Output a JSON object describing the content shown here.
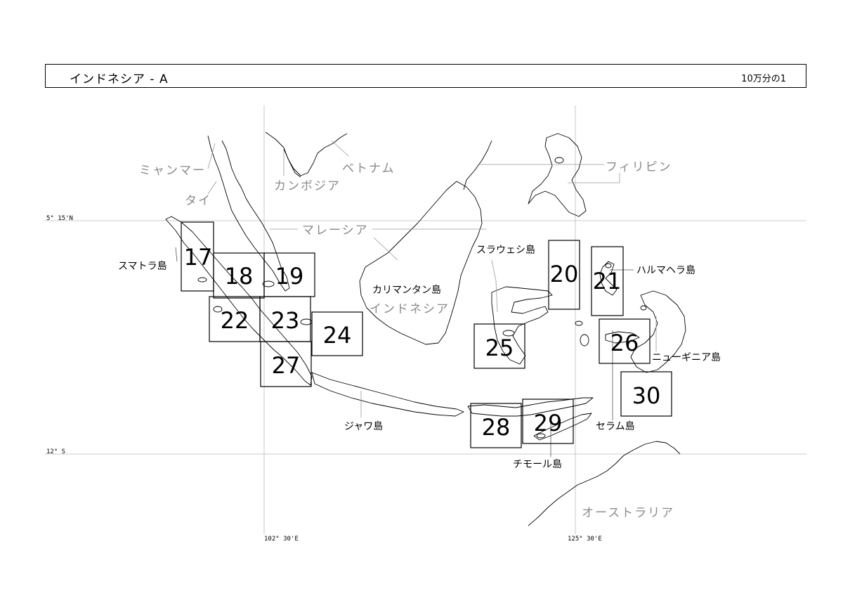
{
  "header": {
    "title": "インドネシア - A",
    "scale": "10万分の1"
  },
  "grid": {
    "lat_north": "5° 15'N",
    "lat_south": "12° S",
    "lon_west": "102° 30'E",
    "lon_east": "125° 30'E"
  },
  "sheets": [
    {
      "number": "17"
    },
    {
      "number": "18"
    },
    {
      "number": "19"
    },
    {
      "number": "20"
    },
    {
      "number": "21"
    },
    {
      "number": "22"
    },
    {
      "number": "23"
    },
    {
      "number": "24"
    },
    {
      "number": "25"
    },
    {
      "number": "26"
    },
    {
      "number": "27"
    },
    {
      "number": "28"
    },
    {
      "number": "29"
    },
    {
      "number": "30"
    }
  ],
  "countries": {
    "myanmar": "ミャンマー",
    "thailand": "タイ",
    "cambodia": "カンボジア",
    "vietnam": "ベトナム",
    "philippines": "フィリピン",
    "malaysia": "マレーシア",
    "indonesia": "インドネシア",
    "australia": "オーストラリア"
  },
  "islands": {
    "sumatra": "スマトラ島",
    "kalimantan": "カリマンタン島",
    "sulawesi": "スラウェシ島",
    "halmahera": "ハルマヘラ島",
    "new_guinea": "ニューギニア島",
    "seram": "セラム島",
    "java": "ジャワ島",
    "timor": "チモール島"
  },
  "colors": {
    "coastline": "#000000",
    "country_label": "#8a8a8a",
    "grid_line": "#bbbbbb"
  }
}
